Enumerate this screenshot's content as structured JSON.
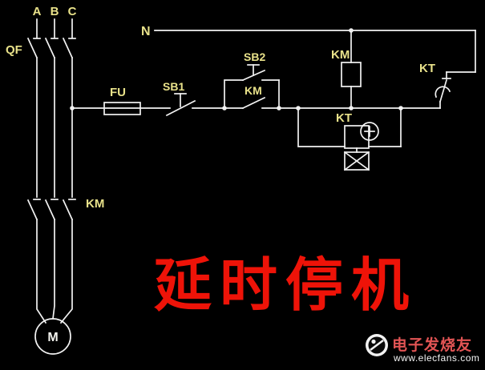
{
  "colors": {
    "background": "#000000",
    "wire": "#f2f2f2",
    "label": "#e9e28a",
    "title_red": "#ee1308",
    "brand_red": "#e25454",
    "url_white": "#f5f5f5"
  },
  "power": {
    "phases": [
      "A",
      "B",
      "C"
    ],
    "breaker": "QF",
    "contactor_main": "KM",
    "motor": "M"
  },
  "control": {
    "neutral": "N",
    "fuse": "FU",
    "stop_button": "SB1",
    "start_button": "SB2",
    "holding_contact": "KM",
    "contactor_coil": "KM",
    "timer_coil": "KT",
    "timer_contact": "KT"
  },
  "title": {
    "text": "延时停机"
  },
  "watermark": {
    "brand": "电子发烧友",
    "url": "www.elecfans.com"
  }
}
